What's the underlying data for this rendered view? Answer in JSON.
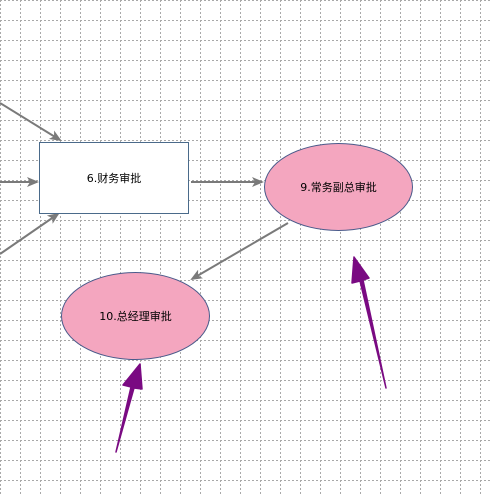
{
  "diagram": {
    "nodes": {
      "node6": {
        "label": "6.财务审批",
        "shape": "rectangle",
        "fill": "#ffffff"
      },
      "node9": {
        "label": "9.常务副总审批",
        "shape": "ellipse",
        "fill": "#f4a6bf"
      },
      "node10": {
        "label": "10.总经理审批",
        "shape": "ellipse",
        "fill": "#f4a6bf"
      }
    },
    "colors": {
      "grid_line": "#a8a8a8",
      "connector": "#7a7a7a",
      "annotation_arrow": "#7a0a82",
      "ellipse_fill": "#f4a6bf",
      "ellipse_border": "#4a5a8a",
      "rect_border": "#4a6a8a"
    },
    "icons": [
      "connector-arrow",
      "annotation-arrow"
    ]
  }
}
